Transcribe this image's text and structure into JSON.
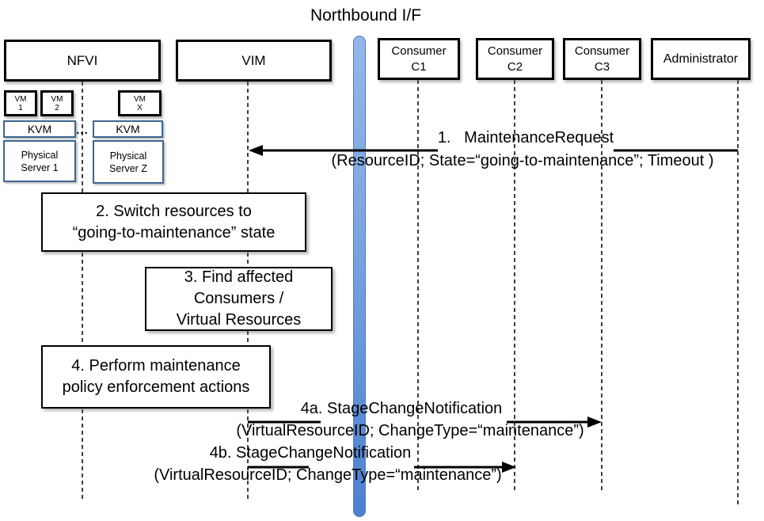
{
  "title": "Northbound I/F",
  "entities": {
    "nfvi": {
      "label": "NFVI"
    },
    "vim": {
      "label": "VIM"
    },
    "c1": {
      "line1": "Consumer",
      "line2": "C1"
    },
    "c2": {
      "line1": "Consumer",
      "line2": "C2"
    },
    "c3": {
      "line1": "Consumer",
      "line2": "C3"
    },
    "admin": {
      "label": "Administrator"
    }
  },
  "nfvi_internals": {
    "vm1": {
      "line1": "VM",
      "line2": "1"
    },
    "vm2": {
      "line1": "VM",
      "line2": "2"
    },
    "vmx": {
      "line1": "VM",
      "line2": "X"
    },
    "kvm1": "KVM",
    "kvm2": "KVM",
    "dots": "...",
    "server1": {
      "line1": "Physical",
      "line2": "Server 1"
    },
    "server2": {
      "line1": "Physical",
      "line2": "Server Z"
    }
  },
  "messages": {
    "m1": {
      "label": "1.   MaintenanceRequest",
      "params": "(ResourceID; State=“going-to-maintenance”; Timeout )"
    },
    "m4a": {
      "label": "4a. StageChangeNotification",
      "params": "(VirtualResourceID; ChangeType=“maintenance”)"
    },
    "m4b": {
      "label": "4b. StageChangeNotification",
      "params": "(VirtualResourceID; ChangeType=“maintenance”)"
    }
  },
  "actions": {
    "a2": {
      "lines": [
        "2. Switch resources to",
        "“going-to-maintenance” state"
      ]
    },
    "a3": {
      "lines": [
        "3. Find affected",
        "Consumers /",
        "Virtual Resources"
      ]
    },
    "a4": {
      "lines": [
        "4. Perform maintenance",
        "policy enforcement actions"
      ]
    }
  },
  "colors": {
    "bar_top": "#93b7ea",
    "bar_mid": "#7aa5e0",
    "bar_bottom": "#4c80ce",
    "blue_border": "#3f6693",
    "line_color": "#000000"
  }
}
